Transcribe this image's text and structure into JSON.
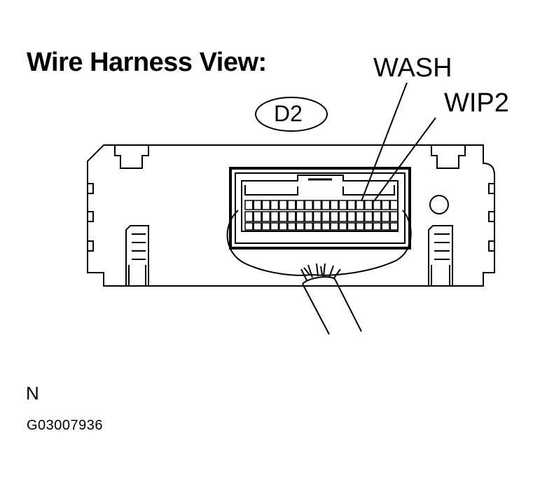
{
  "title": "Wire Harness View:",
  "connector_id": "D2",
  "pin_labels": {
    "wash": "WASH",
    "wip2": "WIP2"
  },
  "orientation_mark": "N",
  "figure_code": "G03007936"
}
